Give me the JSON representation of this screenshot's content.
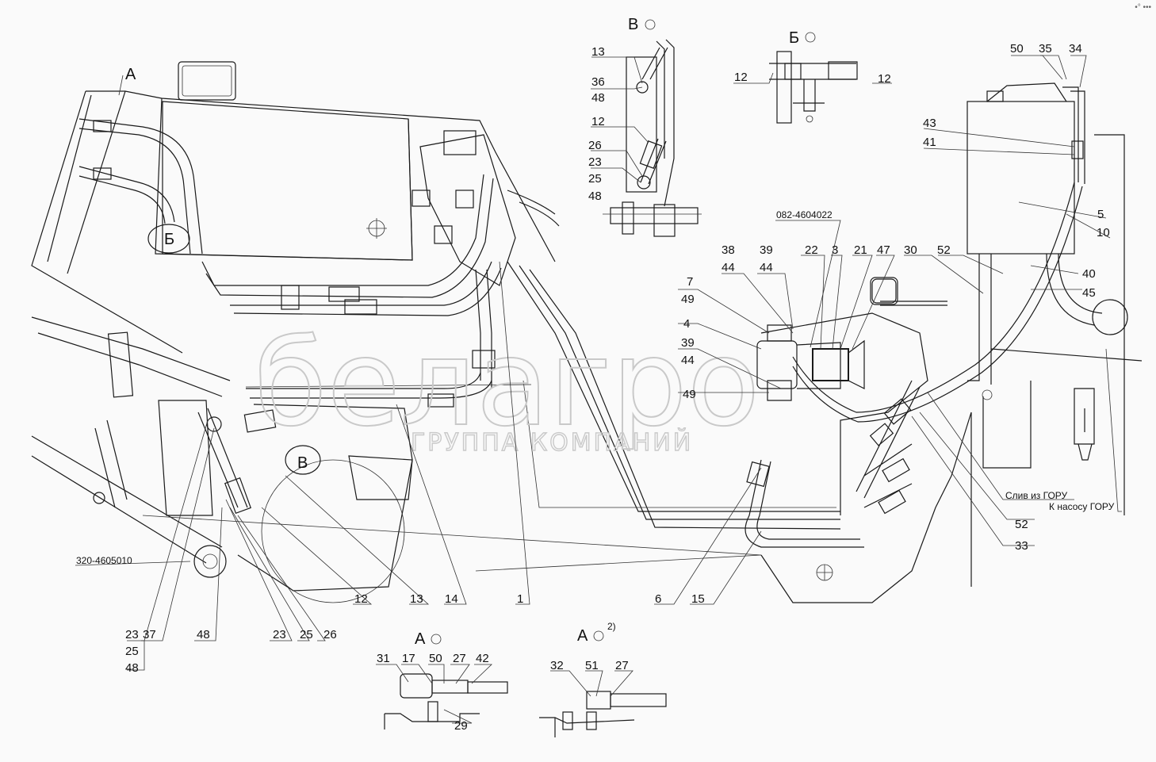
{
  "views": {
    "A": "А",
    "B": "Б",
    "V": "В",
    "A_note": "2)"
  },
  "part_codes": {
    "code1": "082-4604022",
    "code2": "320-4605010"
  },
  "text_notes": {
    "drain": "Слив из ГОРУ",
    "to_pump": "К насосу ГОРУ"
  },
  "callouts": {
    "v13": "13",
    "v36": "36",
    "v48a": "48",
    "v12": "12",
    "v26": "26",
    "v23": "23",
    "v25": "25",
    "v48b": "48",
    "b12l": "12",
    "b12r": "12",
    "f50": "50",
    "f35": "35",
    "f34": "34",
    "f43": "43",
    "f41": "41",
    "f5": "5",
    "f10": "10",
    "f52t": "52",
    "f30": "30",
    "f40": "40",
    "f45": "45",
    "c38": "38",
    "c44a": "44",
    "c39a": "39",
    "c44b": "44",
    "c22": "22",
    "c3": "3",
    "c21": "21",
    "c47": "47",
    "c7": "7",
    "c49a": "49",
    "c4": "4",
    "c39b": "39",
    "c44c": "44",
    "c49b": "49",
    "b52": "52",
    "b33": "33",
    "l23": "23",
    "l37": "37",
    "l25": "25",
    "l48": "48",
    "l48b": "48",
    "m23": "23",
    "m25": "25",
    "m26": "26",
    "m12": "12",
    "m13": "13",
    "m14": "14",
    "m1": "1",
    "m6": "6",
    "m15": "15",
    "a31": "31",
    "a17": "17",
    "a50": "50",
    "a27": "27",
    "a42": "42",
    "a29": "29",
    "a32": "32",
    "a51": "51",
    "a27b": "27"
  },
  "watermark": {
    "brand": "белагро",
    "subtitle": "ГРУППА КОМПАНИЙ"
  },
  "corner_mark": "•° •••"
}
